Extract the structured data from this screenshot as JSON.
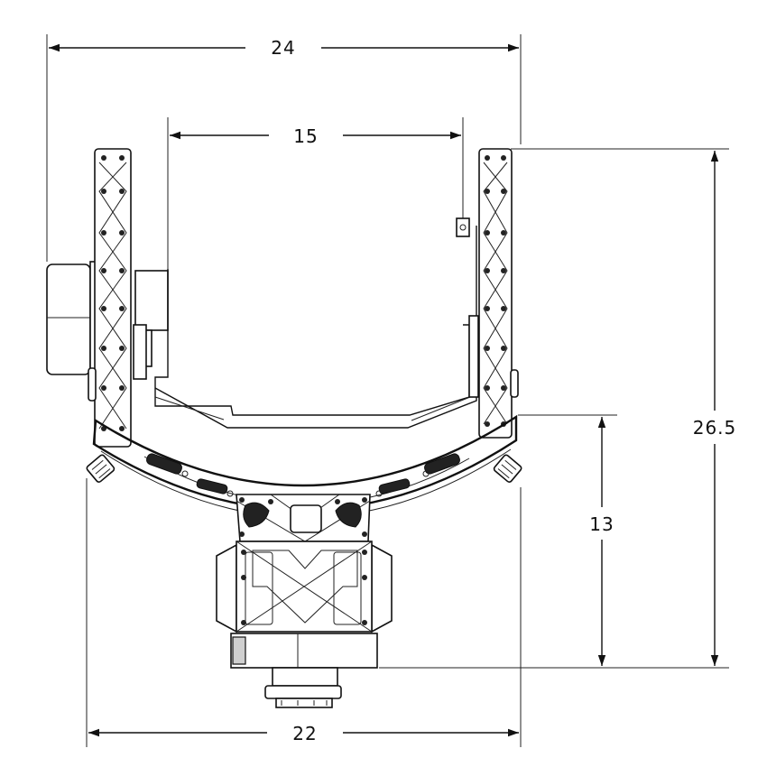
{
  "dimensions": {
    "overall_width": "24",
    "inner_width": "15",
    "total_height": "26.5",
    "pivot_height": "13",
    "base_width": "22"
  }
}
